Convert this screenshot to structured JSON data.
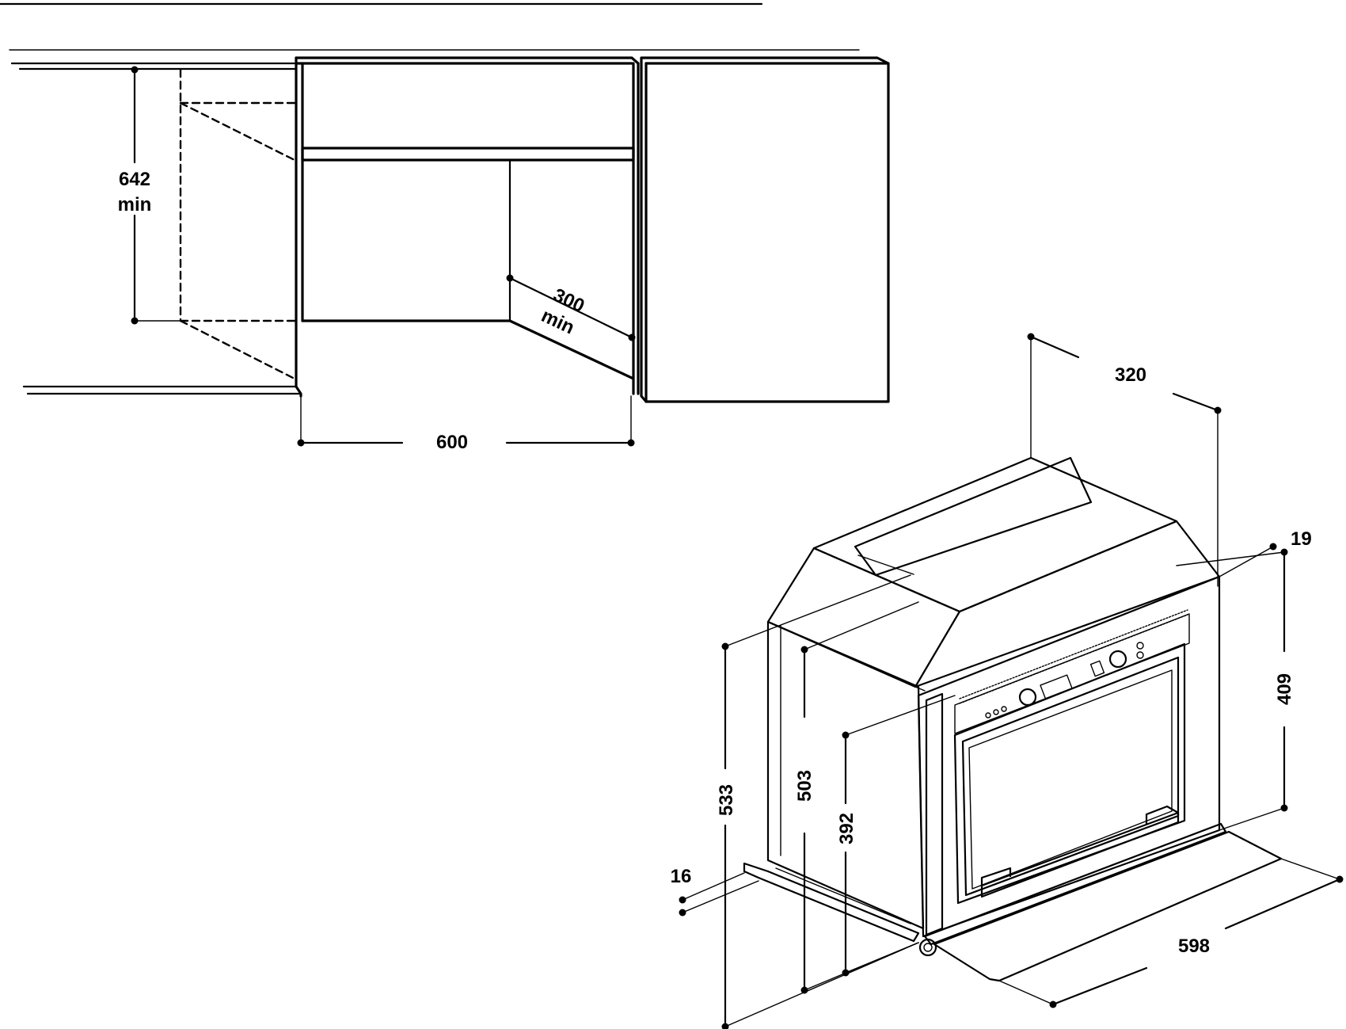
{
  "labels": {
    "niche_height_value": "642",
    "niche_height_unit": "min",
    "niche_depth_value": "300",
    "niche_depth_unit": "min",
    "niche_width": "600",
    "oven_depth": "320",
    "top_offset": "19",
    "front_height": "409",
    "overall_height": "533",
    "body_height": "503",
    "door_height": "392",
    "bottom_offset": "16",
    "overall_width": "598"
  },
  "colors": {
    "line": "#000000",
    "background": "#ffffff"
  }
}
